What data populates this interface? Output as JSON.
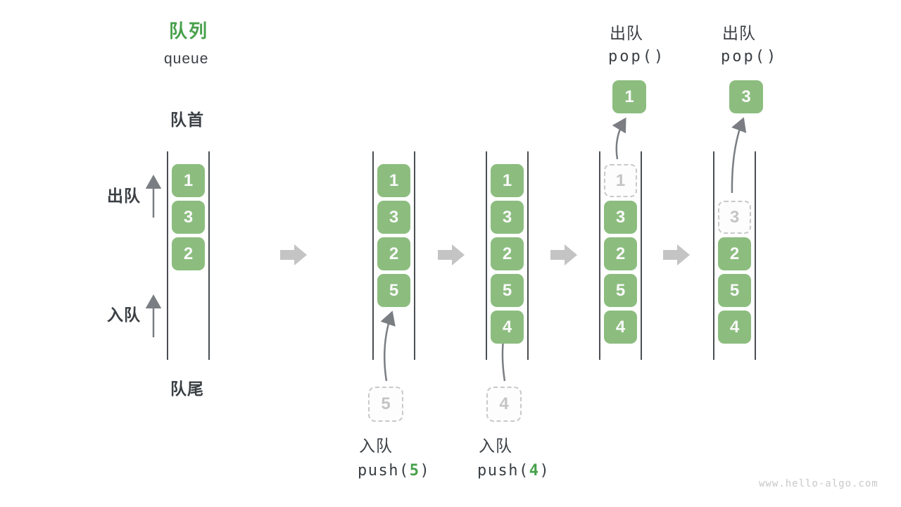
{
  "header": {
    "title_zh": "队列",
    "title_en": "queue"
  },
  "labels": {
    "front": "队首",
    "rear": "队尾",
    "dequeue_side": "出队",
    "enqueue_side": "入队"
  },
  "states": [
    {
      "name": "initial",
      "slots": [
        "1",
        "3",
        "2"
      ]
    },
    {
      "name": "after-push-5",
      "slots": [
        "1",
        "3",
        "2",
        "5"
      ],
      "incoming": "5",
      "operation": {
        "name": "入队",
        "fn": "push(",
        "arg": "5",
        "close": ")"
      }
    },
    {
      "name": "after-push-4",
      "slots": [
        "1",
        "3",
        "2",
        "5",
        "4"
      ],
      "incoming": "4",
      "operation": {
        "name": "入队",
        "fn": "push(",
        "arg": "4",
        "close": ")"
      }
    },
    {
      "name": "after-pop-1",
      "slots": [
        "1",
        "3",
        "2",
        "5",
        "4"
      ],
      "popped": "1",
      "operation": {
        "name": "出队",
        "fn": "pop()"
      }
    },
    {
      "name": "after-pop-3",
      "slots": [
        "3",
        "2",
        "5",
        "4"
      ],
      "popped": "3",
      "operation": {
        "name": "出队",
        "fn": "pop()"
      }
    }
  ],
  "watermark": "www.hello-algo.com",
  "colors": {
    "box_green": "#8cbd7f",
    "accent_green": "#47a04b",
    "text_dark": "#3a3f44",
    "wall_gray": "#4a4e52",
    "thin_arrow_gray": "#7a7e83",
    "block_arrow_gray": "#c4c4c4",
    "ghost_gray": "#c9c9c9",
    "watermark_gray": "#c8c8c8"
  }
}
